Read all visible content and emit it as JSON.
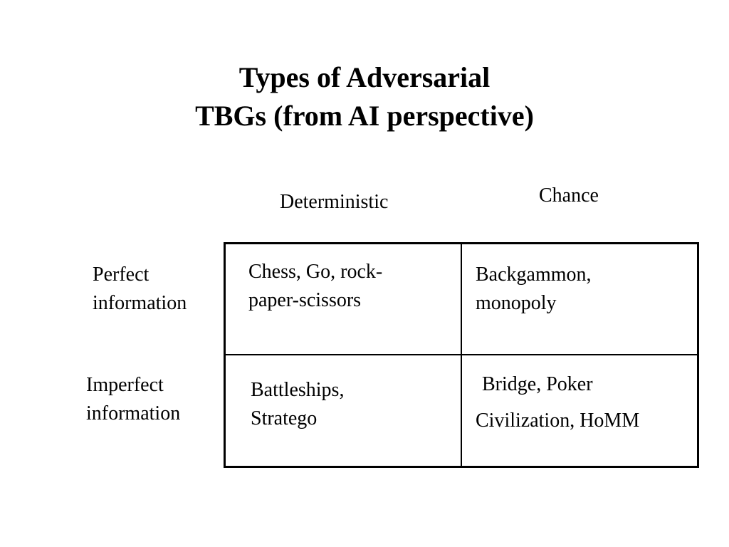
{
  "title": {
    "line1": "Types of Adversarial",
    "line2": "TBGs (from AI perspective)"
  },
  "columns": {
    "deterministic": "Deterministic",
    "chance": "Chance"
  },
  "rows": {
    "perfect": {
      "line1": "Perfect",
      "line2": "information"
    },
    "imperfect": {
      "line1": "Imperfect",
      "line2": "information"
    }
  },
  "cells": {
    "perfect_deterministic": {
      "line1": "Chess, Go, rock-",
      "line2": "paper-scissors"
    },
    "perfect_chance": {
      "line1": "Backgammon,",
      "line2": "monopoly"
    },
    "imperfect_deterministic": {
      "line1": "Battleships,",
      "line2": "Stratego"
    },
    "imperfect_chance": {
      "line1": "Bridge, Poker",
      "line2": "Civilization, HoMM"
    }
  }
}
